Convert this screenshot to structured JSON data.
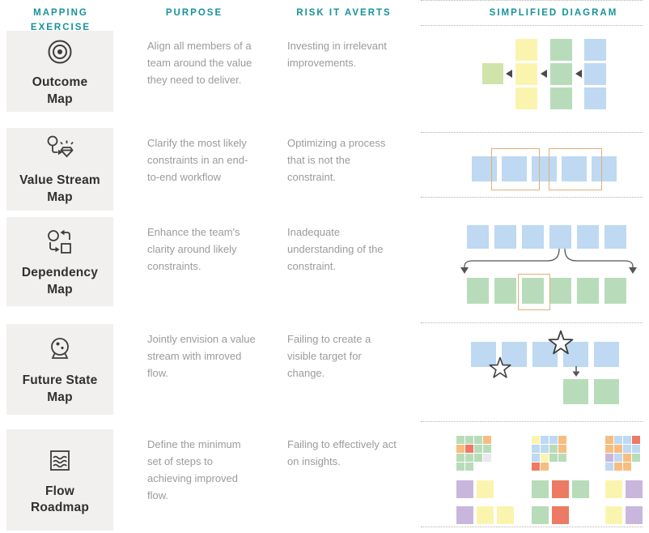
{
  "columns": {
    "exercise": "MAPPING\nEXERCISE",
    "purpose": "PURPOSE",
    "risk": "RISK IT AVERTS",
    "diagram": "SIMPLIFIED DIAGRAM"
  },
  "rows": [
    {
      "name": "Outcome\nMap",
      "icon": "bullseye-icon",
      "purpose": "Align all members of a\nteam around the value\nthey need to deliver.",
      "risk": "Investing in irrelevant\nimprovements."
    },
    {
      "name": "Value Stream\nMap",
      "icon": "workflow-gem-icon",
      "purpose": "Clarify the most likely\nconstraints in an end-\nto-end workflow",
      "risk": "Optimizing a process\nthat is not the\nconstraint."
    },
    {
      "name": "Dependency\nMap",
      "icon": "dependency-shapes-icon",
      "purpose": "Enhance the team's\nclarity around likely\nconstraints.",
      "risk": "Inadequate\nunderstanding of the\nconstraint."
    },
    {
      "name": "Future State\nMap",
      "icon": "crystal-ball-icon",
      "purpose": "Jointly envision a value\nstream with imroved\nflow.",
      "risk": "Failing to create a\nvisible target for\nchange."
    },
    {
      "name": "Flow\nRoadmap",
      "icon": "layered-waves-icon",
      "purpose": "Define the minimum\nset of steps to\nachieving improved\nflow.",
      "risk": "Failing to effectively act\non insights."
    }
  ],
  "palette": {
    "teal": "#17929B",
    "blue": "#bed9f1",
    "green": "#b8dcba",
    "yellowgreen": "#cfe3ab",
    "yellow": "#fbf4af",
    "orange": "#f6bd81",
    "red": "#ec7a64",
    "purple": "#c9b6dc",
    "gray": "#e9e9ed",
    "outline_orange": "#e2ae77",
    "box_gray": "#f1f0ef",
    "text_gray": "#9b9b9b"
  },
  "diagrams": {
    "outcome_map": {
      "standalone_square": "yellowgreen",
      "flow_arrows": "point-left",
      "columns": [
        {
          "color": "yellow",
          "count": 3
        },
        {
          "color": "green",
          "count": 3
        },
        {
          "color": "blue",
          "count": 3
        }
      ]
    },
    "value_stream_map": {
      "squares": [
        "blue",
        "blue",
        "blue",
        "blue",
        "blue"
      ],
      "constraint_boxes_over_squares": [
        1,
        3
      ]
    },
    "dependency_map": {
      "top_row": [
        "blue",
        "blue",
        "blue",
        "blue",
        "blue",
        "blue"
      ],
      "bottom_row": [
        "green",
        "green",
        "green",
        "green",
        "green",
        "green"
      ],
      "fanout_from_top_square": 3,
      "highlighted_bottom_square": 2
    },
    "future_state_map": {
      "top_row": [
        "blue",
        "blue",
        "blue",
        "blue",
        "blue"
      ],
      "bottom_row": [
        "green",
        "green"
      ],
      "stars_on_squares": [
        1,
        3
      ],
      "arrow_below_square": 3
    },
    "flow_roadmap": {
      "groups": [
        {
          "grid": [
            [
              "green",
              "green",
              "green",
              "orange"
            ],
            [
              "orange",
              "red",
              "green",
              "green"
            ],
            [
              "green",
              "green",
              "green",
              "gray"
            ],
            [
              "green",
              "green",
              null,
              null
            ]
          ],
          "row_a": [
            "purple",
            "yellow"
          ],
          "row_b": [
            "purple",
            "yellow",
            "yellow"
          ]
        },
        {
          "grid": [
            [
              "yellow",
              "blue",
              "blue",
              "orange"
            ],
            [
              "blue",
              "blue",
              "green",
              "orange"
            ],
            [
              "blue",
              "yellow",
              "green",
              "green"
            ],
            [
              "red",
              "orange",
              null,
              null
            ]
          ],
          "row_a": [
            "green",
            "red",
            "green"
          ],
          "row_b": [
            "green",
            "red"
          ]
        },
        {
          "grid": [
            [
              "orange",
              "blue",
              "blue",
              "red"
            ],
            [
              "orange",
              "orange",
              "blue",
              "blue"
            ],
            [
              "purple",
              "blue",
              "orange",
              "green"
            ],
            [
              "blue",
              "orange",
              "orange",
              null
            ]
          ],
          "row_a": [
            "yellow",
            "purple"
          ],
          "row_b": [
            "yellow",
            "purple"
          ]
        }
      ]
    }
  }
}
